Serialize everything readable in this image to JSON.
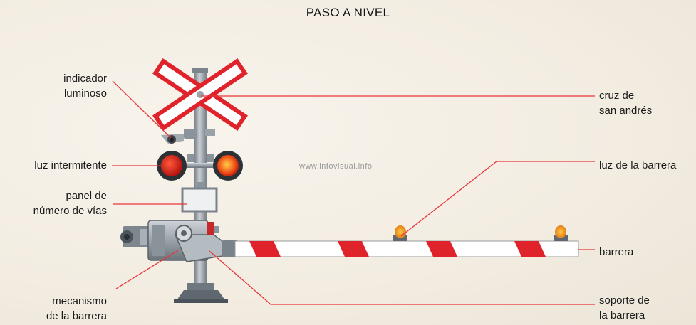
{
  "title": "PASO A NIVEL",
  "watermark": "www.infovisual.info",
  "labels": {
    "indicador_luminoso": [
      "indicador",
      "luminoso"
    ],
    "luz_intermitente": [
      "luz intermitente"
    ],
    "panel_numero_vias": [
      "panel de",
      "número de vías"
    ],
    "mecanismo_barrera": [
      "mecanismo",
      "de la barrera"
    ],
    "cruz_san_andres": [
      "cruz de",
      "san andrés"
    ],
    "luz_barrera": [
      "luz de la barrera"
    ],
    "barrera": [
      "barrera"
    ],
    "soporte_barrera": [
      "soporte de",
      "la barrera"
    ]
  },
  "colors": {
    "leader_line": "#e8363a",
    "cross_red": "#e0222a",
    "lamp_red": "#d8221e",
    "beacon_orange": "#f28a10",
    "metal": "#9ea5ac",
    "metal_dark": "#5f6770"
  }
}
